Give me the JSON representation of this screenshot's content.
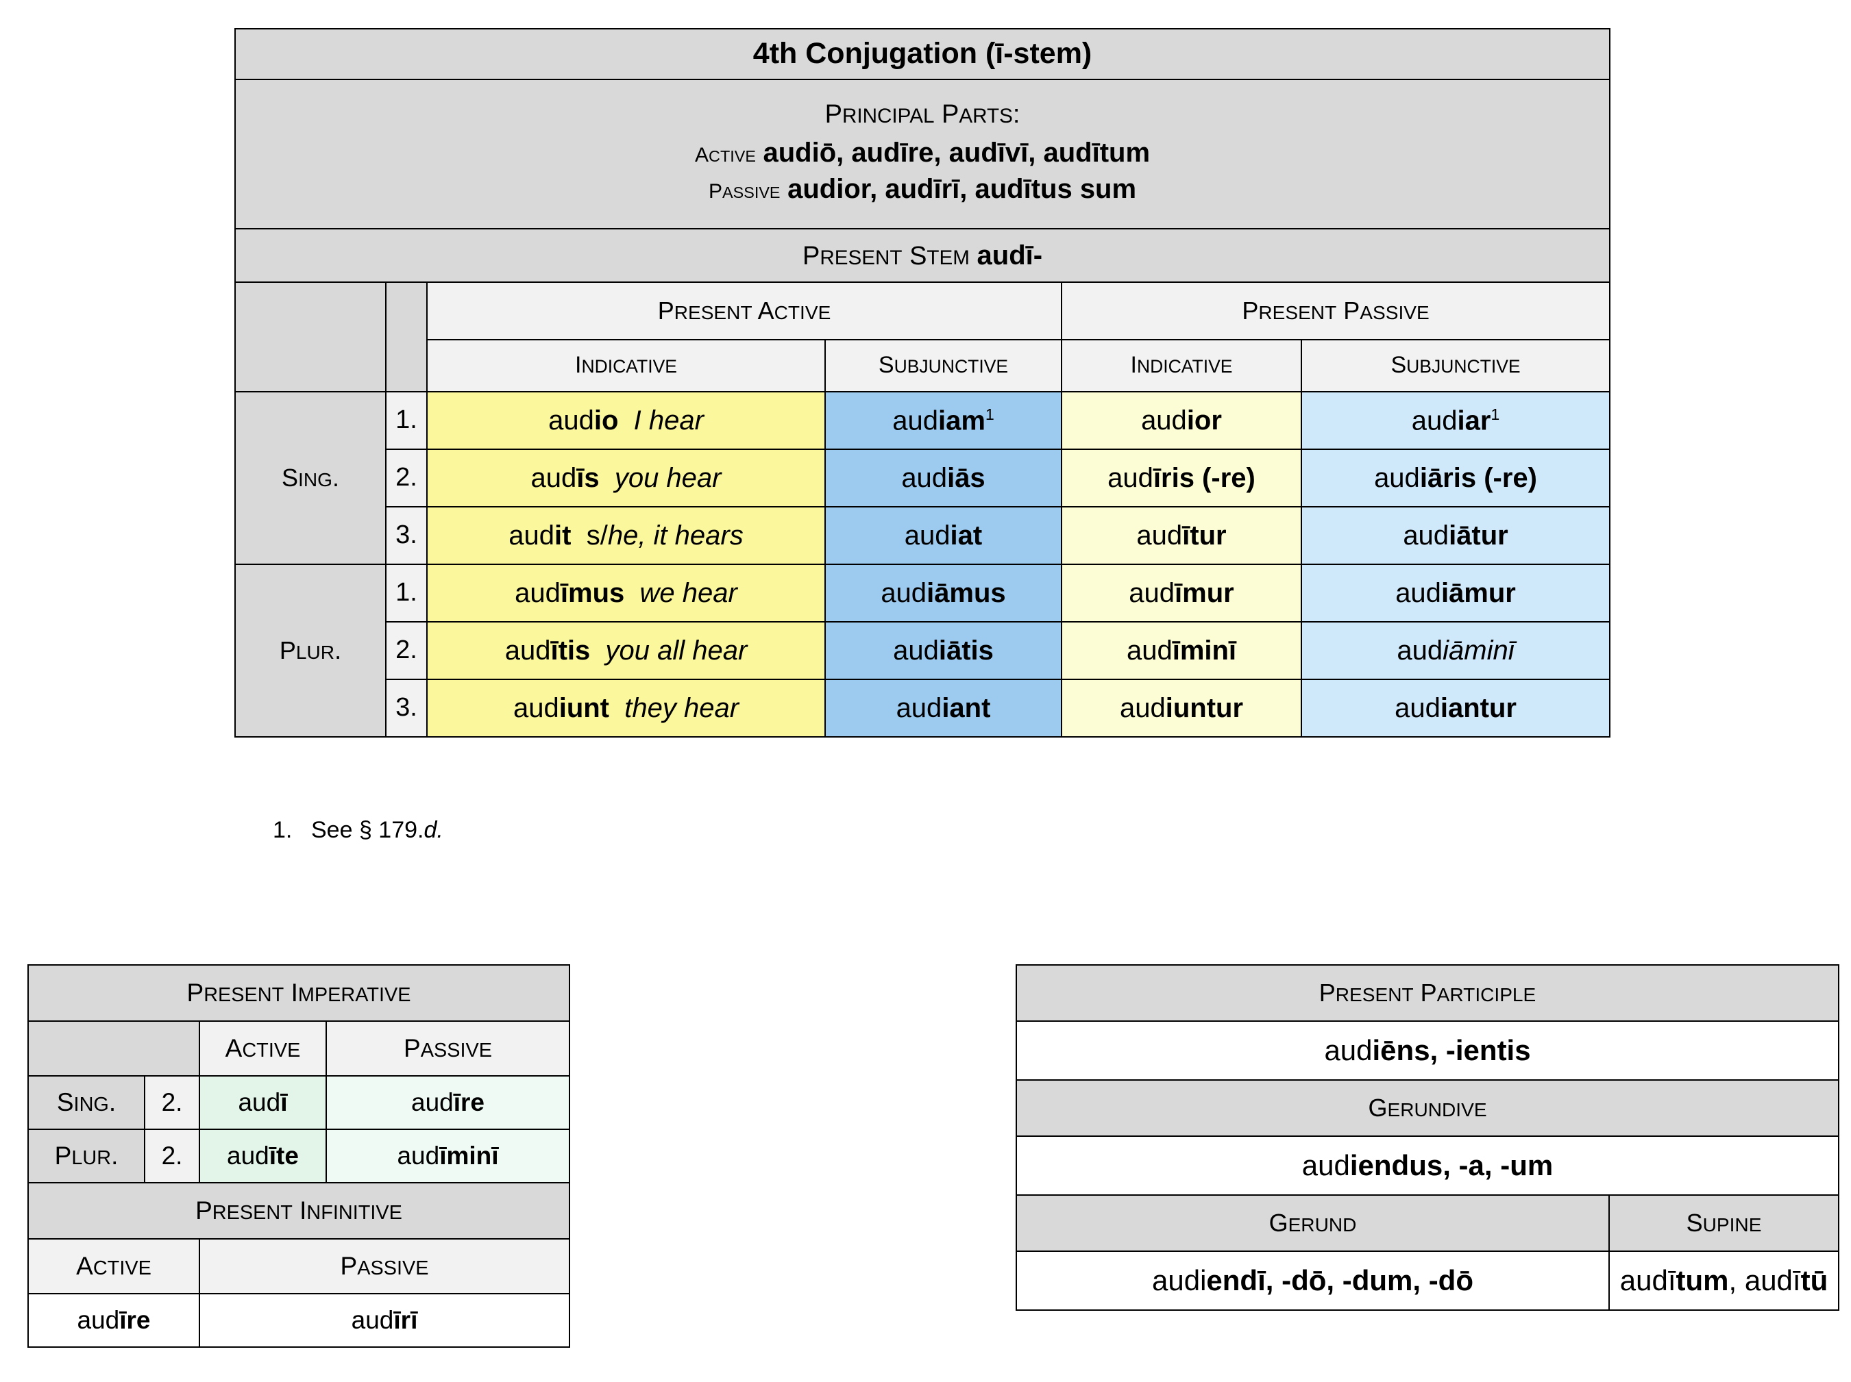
{
  "main_table": {
    "title": "4th Conjugation (ī-stem)",
    "principal_parts": {
      "heading": "Principal Parts:",
      "active_label": "active",
      "active_forms": "audiō, audīre, audīvī, audītum",
      "passive_label": "passive",
      "passive_forms": "audior, audīrī, audītus sum"
    },
    "present_stem": {
      "label": "Present Stem",
      "stem": "audī-"
    },
    "voice_headers": [
      "Present Active",
      "Present Passive"
    ],
    "mood_headers": [
      "Indicative",
      "Subjunctive",
      "Indicative",
      "Subjunctive"
    ],
    "number_labels": [
      "Sing.",
      "Plur."
    ],
    "person_labels": [
      "1.",
      "2.",
      "3."
    ],
    "rows": [
      {
        "number": "Sing.",
        "person": "1.",
        "active_indicative_stem": "aud",
        "active_indicative_ending": "io",
        "active_indicative_gloss": "I hear",
        "active_subjunctive_stem": "aud",
        "active_subjunctive_ending": "iam",
        "active_subjunctive_note": "1",
        "passive_indicative_stem": "aud",
        "passive_indicative_ending": "ior",
        "passive_subjunctive_stem": "aud",
        "passive_subjunctive_ending": "iar",
        "passive_subjunctive_note": "1"
      },
      {
        "number": "Sing.",
        "person": "2.",
        "active_indicative_stem": "aud",
        "active_indicative_ending": "īs",
        "active_indicative_gloss": "you hear",
        "active_subjunctive_stem": "aud",
        "active_subjunctive_ending": "iās",
        "passive_indicative_stem": "aud",
        "passive_indicative_ending": "īris (-re)",
        "passive_subjunctive_stem": "aud",
        "passive_subjunctive_ending": "iāris (-re)"
      },
      {
        "number": "Sing.",
        "person": "3.",
        "active_indicative_stem": "aud",
        "active_indicative_ending": "it",
        "active_indicative_gloss_plain": "s/",
        "active_indicative_gloss": "he, it hears",
        "active_subjunctive_stem": "aud",
        "active_subjunctive_ending": "iat",
        "passive_indicative_stem": "aud",
        "passive_indicative_ending": "ītur",
        "passive_subjunctive_stem": "aud",
        "passive_subjunctive_ending": "iātur"
      },
      {
        "number": "Plur.",
        "person": "1.",
        "active_indicative_stem": "aud",
        "active_indicative_ending": "īmus",
        "active_indicative_gloss": "we hear",
        "active_subjunctive_stem": "aud",
        "active_subjunctive_ending": "iāmus",
        "passive_indicative_stem": "aud",
        "passive_indicative_ending": "īmur",
        "passive_subjunctive_stem": "aud",
        "passive_subjunctive_ending": "iāmur"
      },
      {
        "number": "Plur.",
        "person": "2.",
        "active_indicative_stem": "aud",
        "active_indicative_ending": "ītis",
        "active_indicative_gloss": "you all hear",
        "active_subjunctive_stem": "aud",
        "active_subjunctive_ending": "iātis",
        "passive_indicative_stem": "aud",
        "passive_indicative_ending": "īminī",
        "passive_subjunctive_stem": "aud",
        "passive_subjunctive_ending_italic": "iāminī"
      },
      {
        "number": "Plur.",
        "person": "3.",
        "active_indicative_stem": "aud",
        "active_indicative_ending": "iunt",
        "active_indicative_gloss": "they hear",
        "active_subjunctive_stem": "aud",
        "active_subjunctive_ending": "iant",
        "passive_indicative_stem": "aud",
        "passive_indicative_ending": "iuntur",
        "passive_subjunctive_stem": "aud",
        "passive_subjunctive_ending": "iantur"
      }
    ]
  },
  "footnote": {
    "number": "1.",
    "text_plain": "See § 179.",
    "text_italic": "d."
  },
  "imperative_table": {
    "banner": "Present Imperative",
    "col_headers": [
      "Active",
      "Passive"
    ],
    "rows": [
      {
        "number": "Sing.",
        "person": "2.",
        "active_stem": "aud",
        "active_ending": "ī",
        "passive_stem": "aud",
        "passive_ending": "īre"
      },
      {
        "number": "Plur.",
        "person": "2.",
        "active_stem": "aud",
        "active_ending": "īte",
        "passive_stem": "aud",
        "passive_ending": "īminī"
      }
    ],
    "infinitive_banner": "Present Infinitive",
    "infinitive_col_headers": [
      "Active",
      "Passive"
    ],
    "infinitive_active_stem": "aud",
    "infinitive_active_ending": "īre",
    "infinitive_passive_stem": "aud",
    "infinitive_passive_ending": "īrī"
  },
  "participle_table": {
    "participle_banner": "Present Participle",
    "participle_stem": "aud",
    "participle_ending": "iēns, -ientis",
    "gerundive_banner": "Gerundive",
    "gerundive_stem": "aud",
    "gerundive_ending": "iendus, -a, -um",
    "gerund_banner": "Gerund",
    "supine_banner": "Supine",
    "gerund_stem": "audi",
    "gerund_ending": "endī, -dō, -dum, -dō",
    "supine_stem_a": "audī",
    "supine_ending_a": "tum",
    "supine_stem_b": "audī",
    "supine_ending_b": "tū"
  },
  "colors": {
    "header_grey": "#d9d9d9",
    "subheader_grey": "#f2f2f2",
    "active_indicative": "#fbf79c",
    "active_subjunctive": "#9dcbf0",
    "passive_indicative": "#fdfdd5",
    "passive_subjunctive": "#cfe8fa",
    "imperative_active": "#e2f5e8",
    "imperative_passive": "#effaf4",
    "border": "#000000"
  }
}
